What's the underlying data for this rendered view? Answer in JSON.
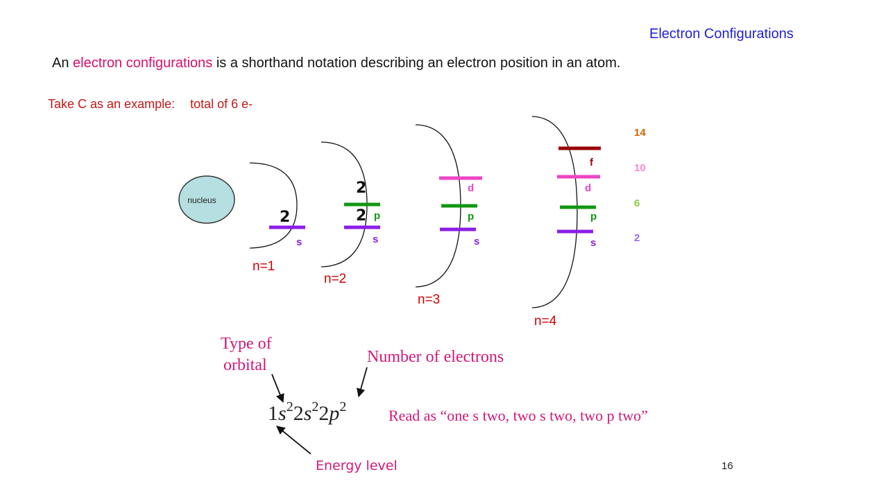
{
  "slide": {
    "title": "Electron Configurations",
    "intro_prefix": "An ",
    "intro_keyword": "electron configurations",
    "intro_suffix": " is a shorthand notation describing an electron position in an atom.",
    "example_label": "Take C as an example:",
    "example_total": "total of 6 e-",
    "page_number": "16"
  },
  "diagram": {
    "nucleus_label": "nucleus",
    "shells": [
      {
        "label": "n=1",
        "sublevels": [
          "s"
        ],
        "electrons": [
          "2"
        ]
      },
      {
        "label": "n=2",
        "sublevels": [
          "s",
          "p"
        ],
        "electrons": [
          "2",
          "2"
        ]
      },
      {
        "label": "n=3",
        "sublevels": [
          "s",
          "p",
          "d"
        ]
      },
      {
        "label": "n=4",
        "sublevels": [
          "s",
          "p",
          "d",
          "f"
        ]
      }
    ],
    "capacities": [
      {
        "value": "14",
        "color": "#cc6600"
      },
      {
        "value": "10",
        "color": "#ff88cc"
      },
      {
        "value": "6",
        "color": "#88cc44"
      },
      {
        "value": "2",
        "color": "#9966ff"
      }
    ],
    "colors": {
      "s": "#8b1ee6",
      "p": "#129612",
      "d": "#ee44c8",
      "f": "#990000"
    }
  },
  "notation": {
    "type_of_orbital_line1": "Type of",
    "type_of_orbital_line2": "orbital",
    "number_of_electrons": "Number of electrons",
    "formula_n1": "1",
    "formula_s1": "s",
    "formula_e1": "2",
    "formula_n2": "2",
    "formula_s2": "s",
    "formula_e2": "2",
    "formula_n3": "2",
    "formula_p": "p",
    "formula_e3": "2",
    "read_as": "Read as “one s two, two s two, two p two”",
    "energy_level": "Energy level"
  }
}
